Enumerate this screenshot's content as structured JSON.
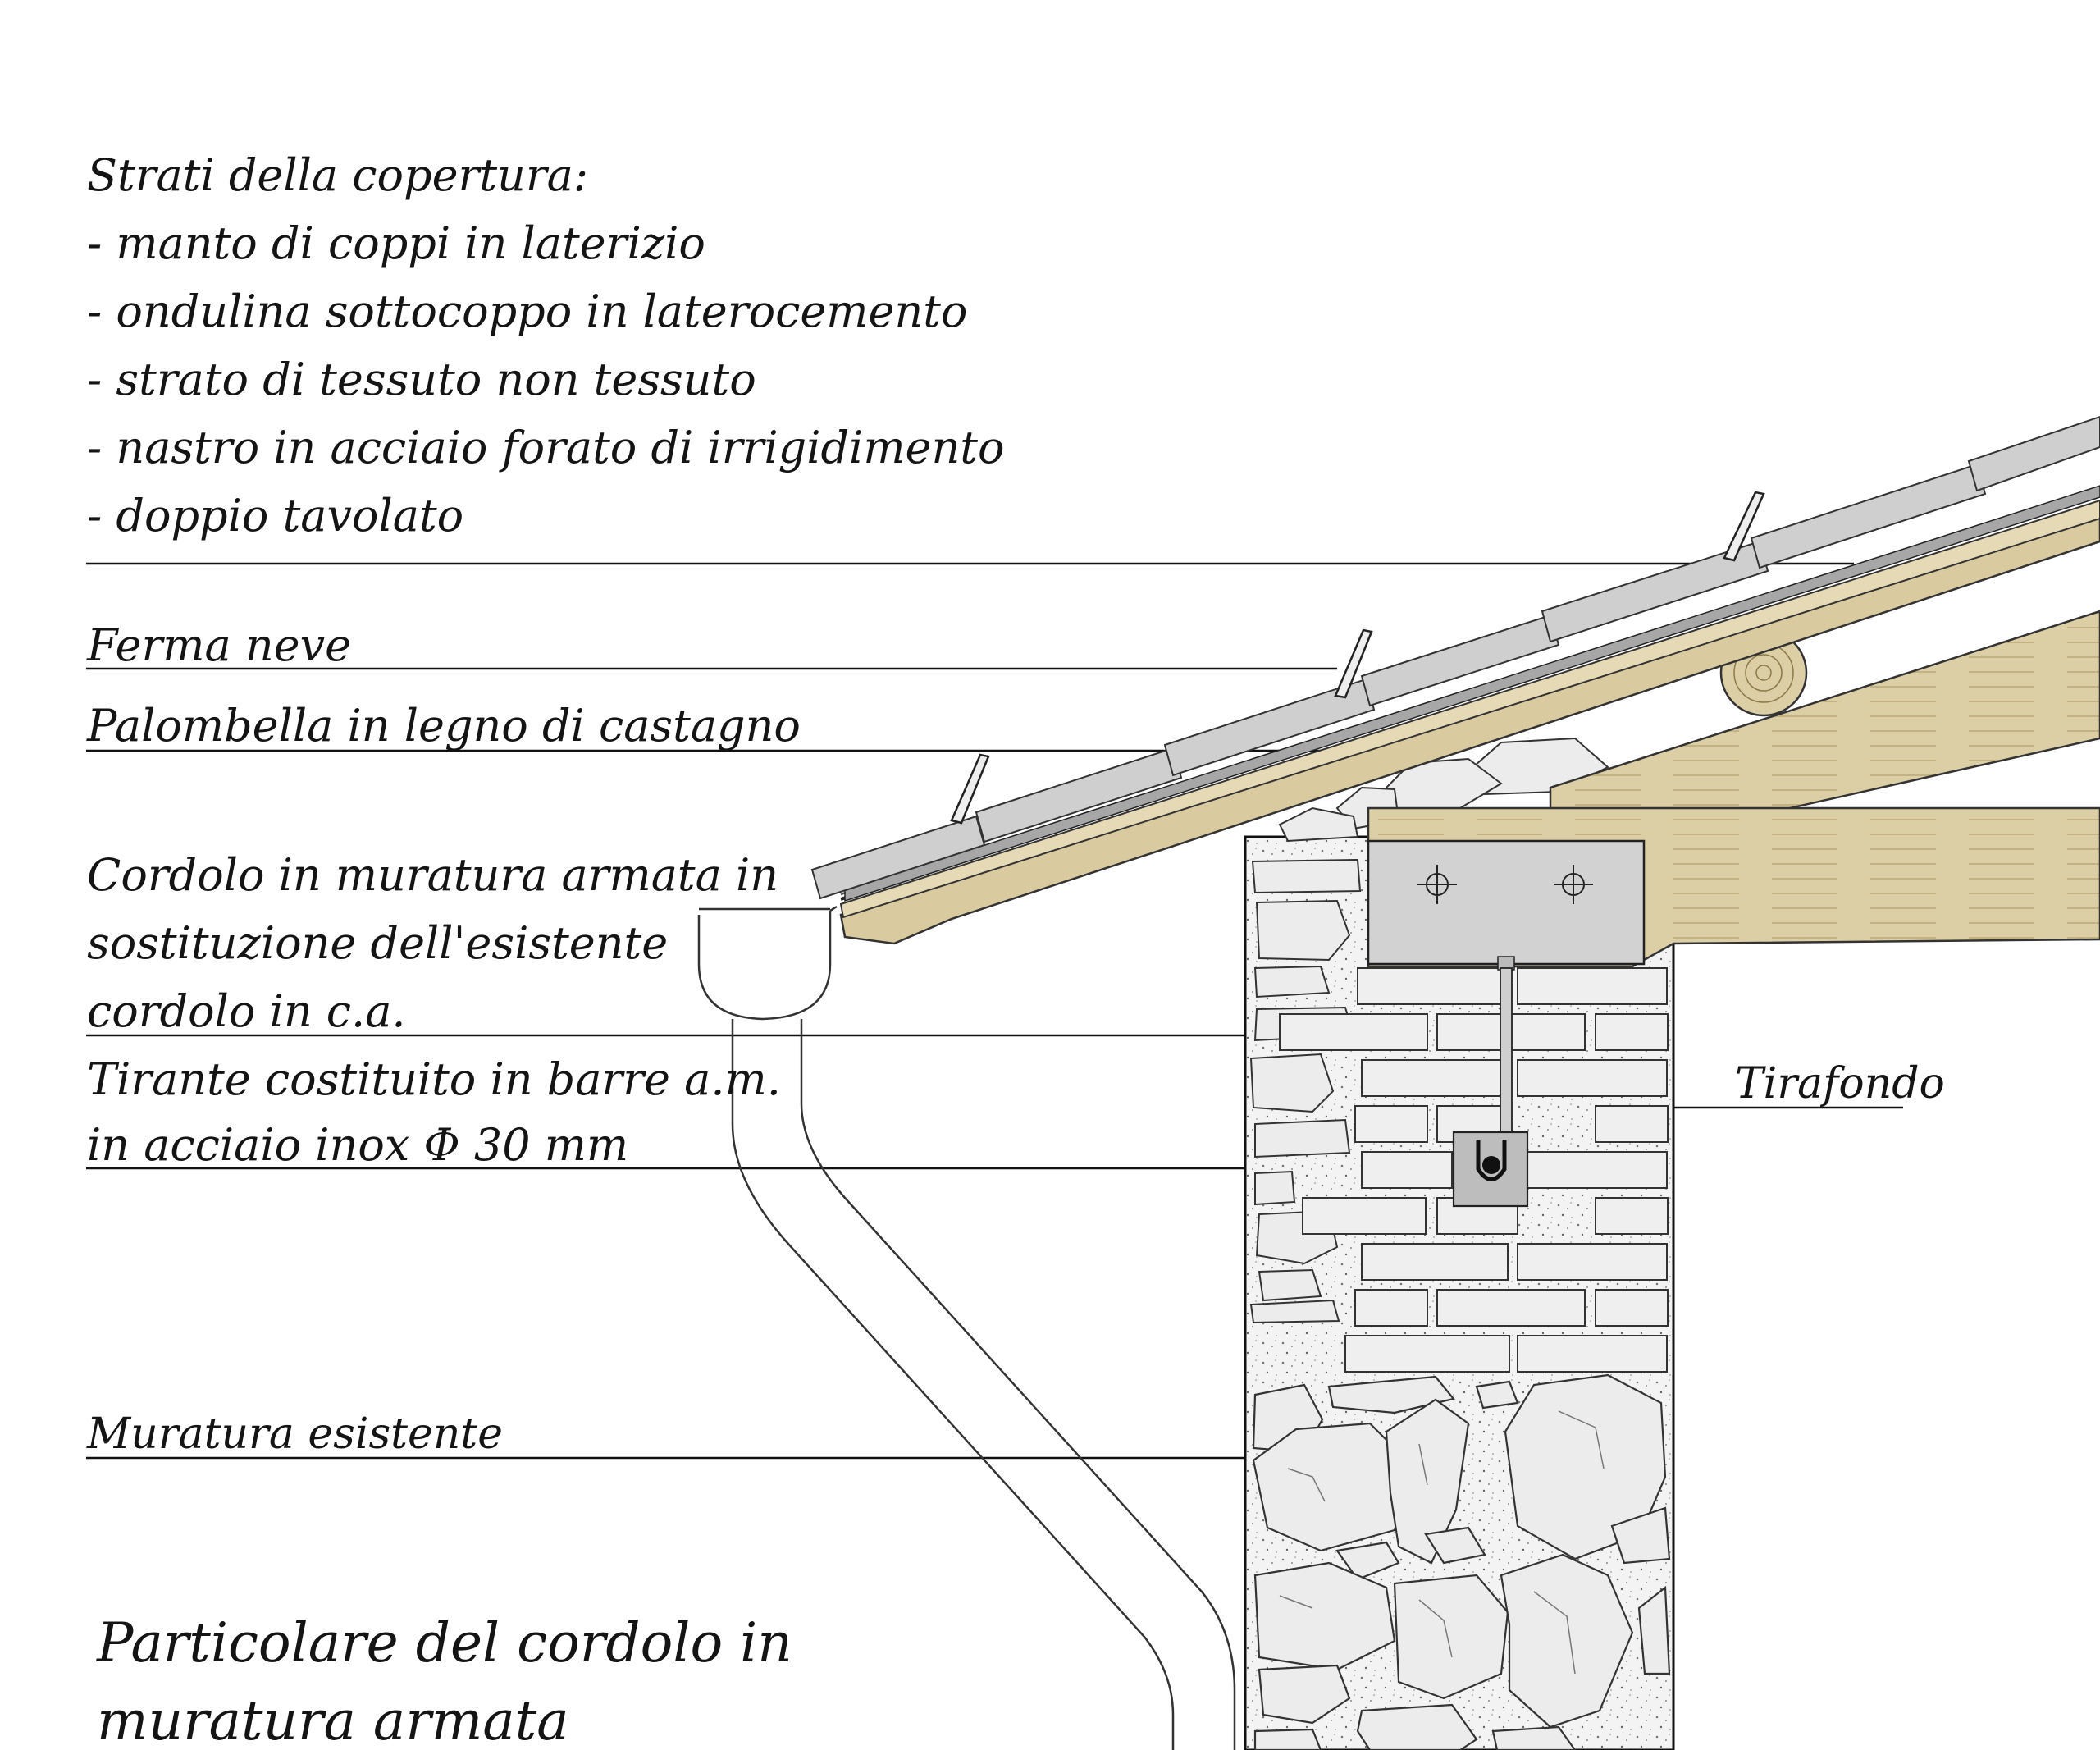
{
  "labels": {
    "layers_title": "Strati della copertura:",
    "layers": [
      "- manto di coppi in laterizio",
      "- ondulina sottocoppo in laterocemento",
      "- strato di tessuto non tessuto",
      "- nastro in acciaio forato di irrigidimento",
      "- doppio tavolato"
    ],
    "ferma_neve": "Ferma neve",
    "palombella": "Palombella in legno di castagno",
    "cordolo": [
      "Cordolo in muratura armata in",
      "sostituzione dell'esistente",
      "cordolo in c.a."
    ],
    "tirante": [
      "Tirante costituito in barre a.m.",
      "in acciaio inox Φ 30 mm"
    ],
    "tirafondo": "Tirafondo",
    "muratura_esistente": "Muratura esistente",
    "caption": [
      "Particolare del cordolo in",
      "muratura armata"
    ]
  },
  "colors": {
    "wood": "#d9ca9f",
    "wood_light": "#e6dab6",
    "tile": "#cfcfcf",
    "stone_fill": "#ececec",
    "mortar": "#f4f4f4",
    "steel_plate": "#d2d2d2",
    "ink": "#141414"
  }
}
